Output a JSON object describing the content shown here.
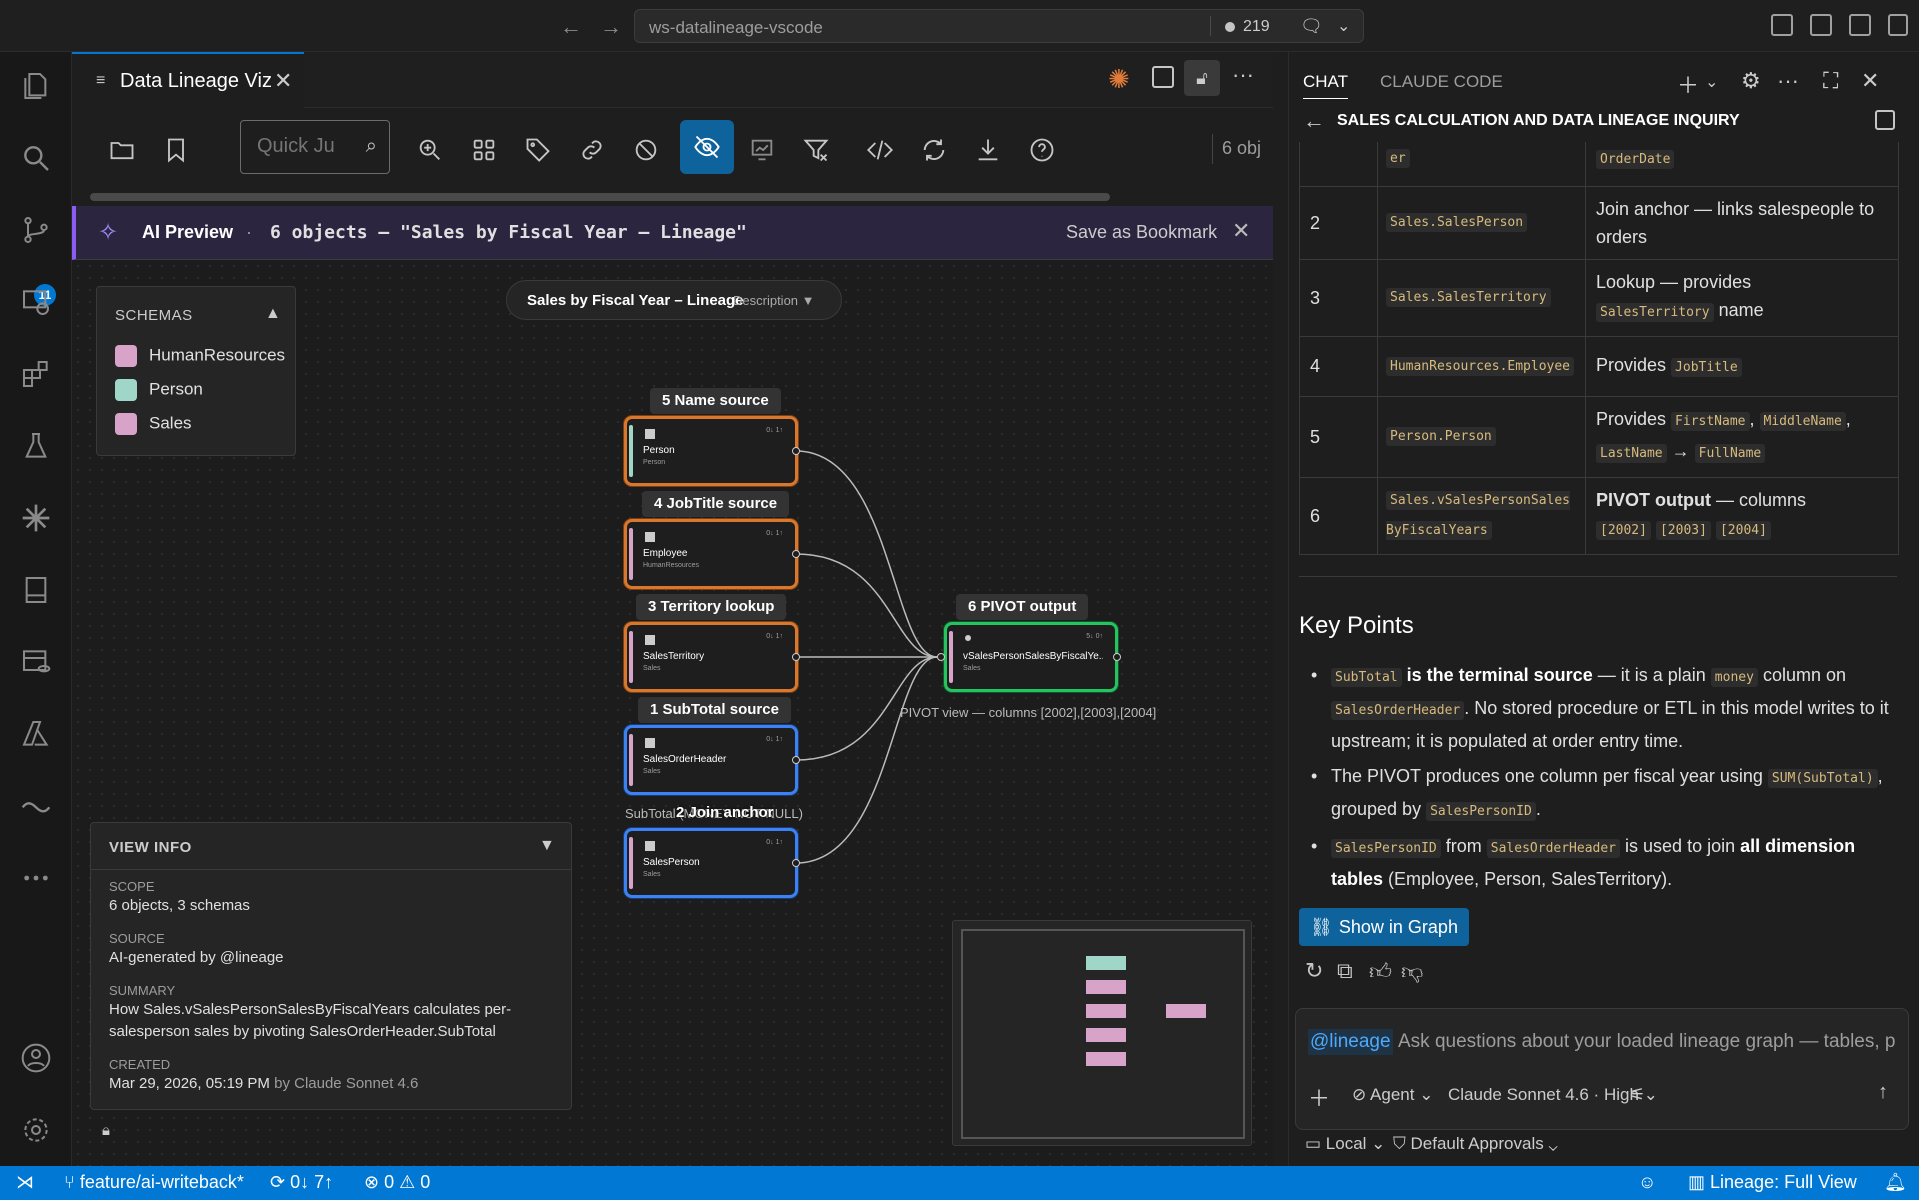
{
  "titlebar": {
    "title": "ws-datalineage-vscode",
    "problems_count": "219"
  },
  "activity_bar": {
    "source_control_badge": "11",
    "icons": [
      "files-icon",
      "search-icon",
      "source-control-icon",
      "remote-explorer-icon",
      "extensions-icon",
      "testing-icon",
      "claude-icon",
      "notebook-icon",
      "database-icon",
      "azure-icon",
      "wave-icon",
      "more-icon",
      "account-icon",
      "settings-icon"
    ]
  },
  "editor": {
    "tab_title": "Data Lineage Viz",
    "quick_jump_placeholder": "Quick Ju",
    "object_count_clip": "6 obj"
  },
  "ai_banner": {
    "label": "AI Preview",
    "separator": "·",
    "objects_text": "6 objects — \"Sales by Fiscal Year – Lineage\"",
    "save_label": "Save as Bookmark"
  },
  "schemas_panel": {
    "header": "SCHEMAS",
    "items": [
      {
        "label": "HumanResources",
        "color": "#d8a3c8"
      },
      {
        "label": "Person",
        "color": "#9fd6c8"
      },
      {
        "label": "Sales",
        "color": "#d8a3c8"
      }
    ]
  },
  "view_title": {
    "title": "Sales by Fiscal Year – Lineage",
    "description_toggle": "Description ▼"
  },
  "nodes": {
    "name_source": {
      "label": "5 Name source",
      "name": "Person",
      "schema": "Person",
      "badge": "0↓ 1↑"
    },
    "jobtitle_source": {
      "label": "4 JobTitle source",
      "name": "Employee",
      "schema": "HumanResources",
      "badge": "0↓ 1↑"
    },
    "territory_lookup": {
      "label": "3 Territory lookup",
      "name": "SalesTerritory",
      "schema": "Sales",
      "badge": "0↓ 1↑"
    },
    "subtotal_source": {
      "label": "1 SubTotal source",
      "name": "SalesOrderHeader",
      "schema": "Sales",
      "badge": "0↓ 1↑"
    },
    "join_anchor": {
      "label": "2 Join anchor",
      "name": "SalesPerson",
      "schema": "Sales",
      "badge": "0↓ 1↑"
    },
    "pivot_output": {
      "label": "6 PIVOT output",
      "name": "vSalesPersonSalesByFiscalYe...",
      "schema": "Sales",
      "badge": "5↓ 0↑"
    }
  },
  "canvas_notes": {
    "pivot_note": "PIVOT view — columns [2002],[2003],[2004]",
    "subtotal_note": "SubTotal (MONEY NOT NULL)"
  },
  "view_info": {
    "header": "VIEW INFO",
    "scope_label": "SCOPE",
    "scope_value": "6 objects, 3 schemas",
    "source_label": "SOURCE",
    "source_value": "AI-generated by @lineage",
    "summary_label": "SUMMARY",
    "summary_value": "How Sales.vSalesPersonSalesByFiscalYears calculates per-salesperson sales by pivoting SalesOrderHeader.SubTotal",
    "created_label": "CREATED",
    "created_value": "Mar 29, 2026, 05:19 PM",
    "created_by": "by Claude Sonnet 4.6"
  },
  "chat": {
    "tabs": [
      "CHAT",
      "CLAUDE CODE"
    ],
    "conversation_title": "SALES CALCULATION AND DATA LINEAGE INQUIRY",
    "table_top": {
      "object": "er",
      "role_code": "OrderDate"
    },
    "table_rows": [
      {
        "n": "2",
        "object": "Sales.SalesPerson",
        "role": "Join anchor — links salespeople to orders"
      },
      {
        "n": "3",
        "object": "Sales.SalesTerritory",
        "role_pre": "Lookup — provides",
        "role_code": "SalesTerritory",
        "role_post": "name"
      },
      {
        "n": "4",
        "object": "HumanResources.Employee",
        "role_pre": "Provides",
        "role_code": "JobTitle"
      },
      {
        "n": "5",
        "object": "Person.Person",
        "role_pre": "Provides",
        "codes": [
          "FirstName",
          "MiddleName",
          "LastName",
          "FullName"
        ]
      },
      {
        "n": "6",
        "object": "Sales.vSalesPersonSalesByFiscalYears",
        "role_bold": "PIVOT output",
        "role_post": "— columns",
        "codes": [
          "[2002]",
          "[2003]",
          "[2004]"
        ]
      }
    ],
    "key_points_title": "Key Points",
    "key_points": {
      "p1": {
        "code1": "SubTotal",
        "bold": "is the terminal source",
        "t1": "— it is a plain",
        "code2": "money",
        "t2": "column on",
        "code3": "SalesOrderHeader",
        "t3": ". No stored procedure or ETL in this model writes to it upstream; it is populated at order entry time."
      },
      "p2": {
        "t1": "The PIVOT produces one column per fiscal year using",
        "code1": "SUM(SubTotal)",
        "t2": ", grouped by",
        "code2": "SalesPersonID",
        "t3": "."
      },
      "p3": {
        "code1": "SalesPersonID",
        "t1": "from",
        "code2": "SalesOrderHeader",
        "t2": "is used to join",
        "bold": "all dimension tables",
        "t3": "(Employee, Person, SalesTerritory)."
      }
    },
    "show_in_graph": "Show in Graph",
    "input_mention": "@lineage",
    "input_placeholder": "Ask questions about your loaded lineage graph — tables, p",
    "agent_label": "Agent",
    "model_label": "Claude Sonnet 4.6 · High",
    "local_label": "Local",
    "approvals_label": "Default Approvals"
  },
  "statusbar": {
    "branch": "feature/ai-writeback*",
    "sync": "0↓ 7↑",
    "errors": "0",
    "warnings": "0",
    "lineage": "Lineage: Full View"
  }
}
